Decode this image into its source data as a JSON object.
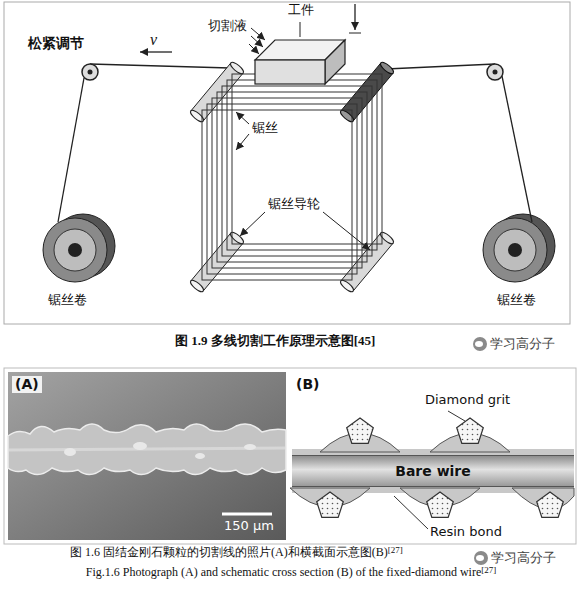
{
  "diagram": {
    "nodes": [
      {
        "text": [
          "Bare wire"
        ]
      }
    ],
    "labels": [
      "松紧调节",
      "v",
      "切割液",
      "工件",
      "锯丝",
      "锯丝导轮",
      "锯丝卷",
      "锯丝卷",
      "图 1.9 多线切割工作原理示意图[45]",
      "学习高分子",
      "(A)",
      "150 μm",
      "(B)",
      "Diamond grit",
      "Resin bond",
      "图 1.6 固结金刚石颗粒的切割线的照片(A)和横截面示意图(B)",
      "[27]",
      "学习高分子",
      "Fig.1.6 Photograph (A) and schematic cross section (B) of the fixed-diamond wire",
      "[27]"
    ]
  }
}
